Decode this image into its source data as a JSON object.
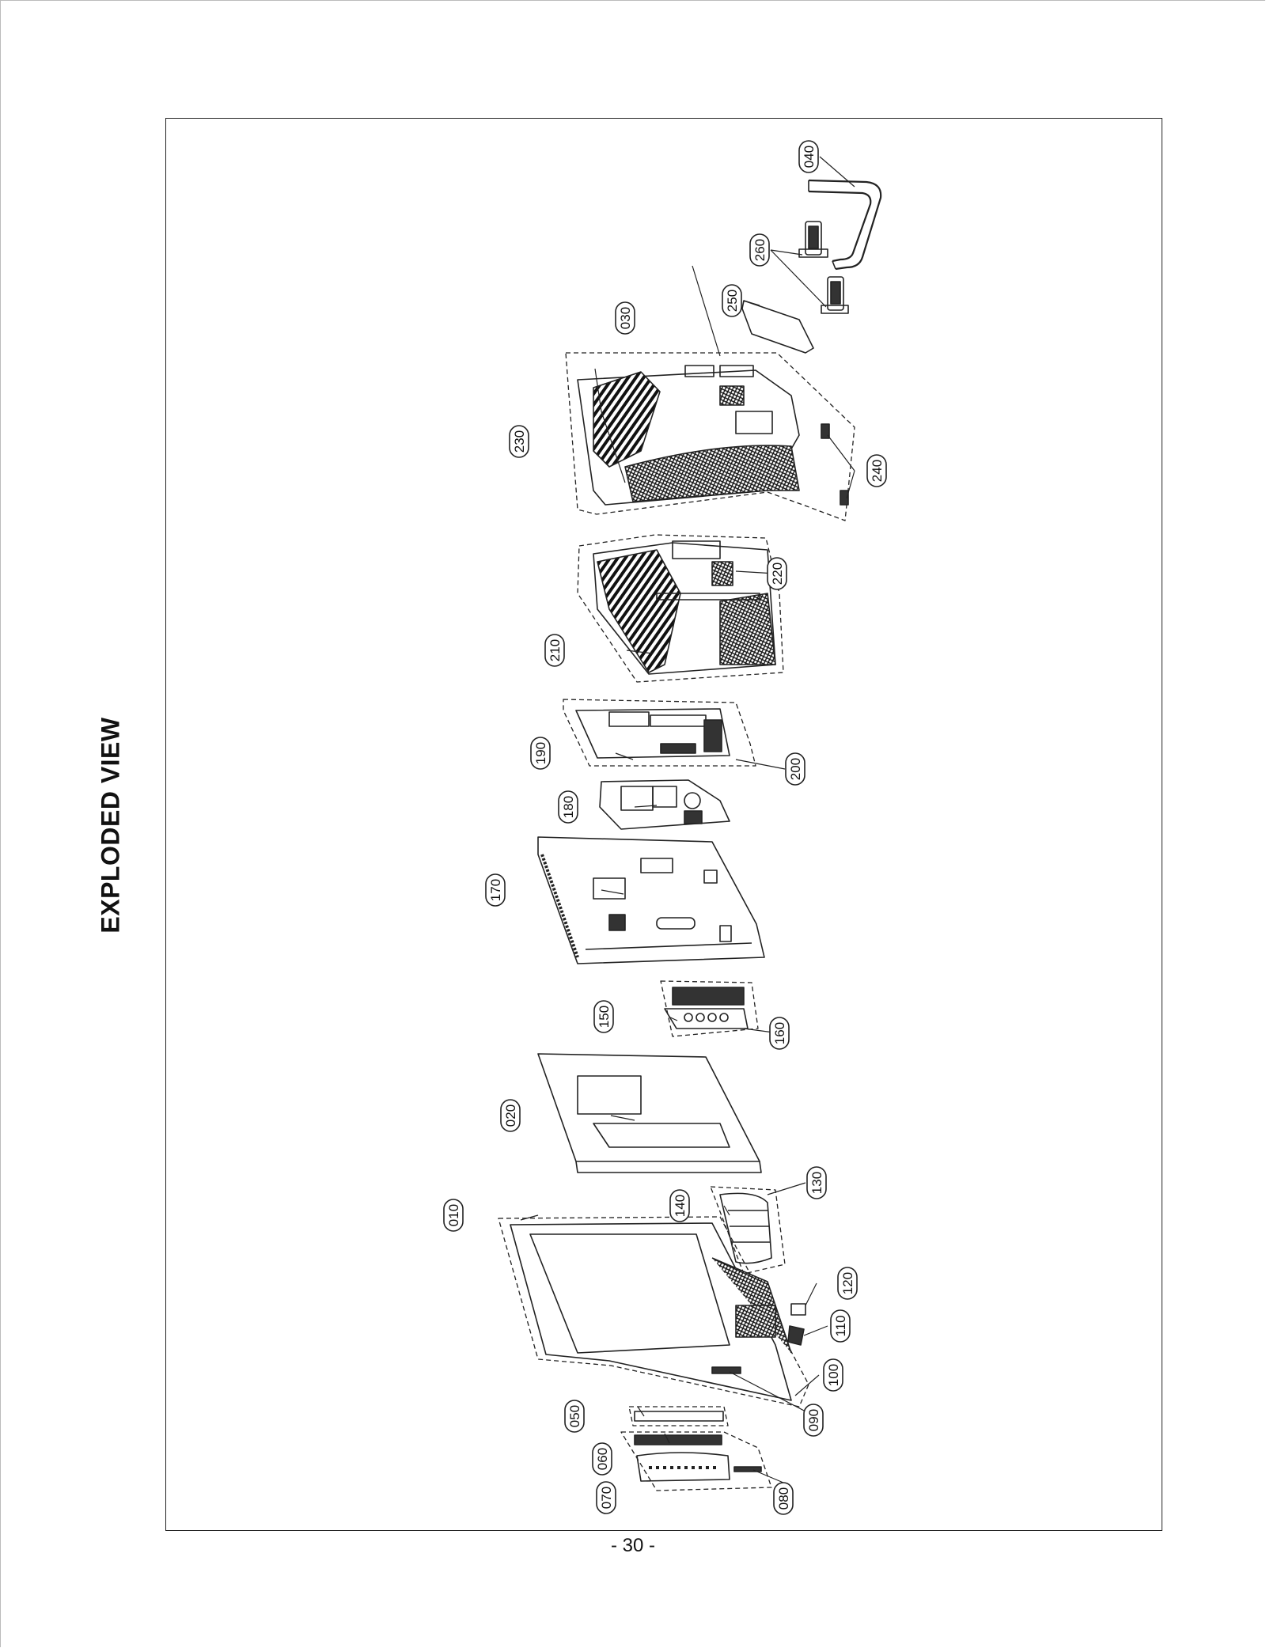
{
  "page": {
    "title": "EXPLODED VIEW",
    "page_number": "- 30 -"
  },
  "callouts": [
    {
      "id": "010",
      "label": "010"
    },
    {
      "id": "020",
      "label": "020"
    },
    {
      "id": "030",
      "label": "030"
    },
    {
      "id": "040",
      "label": "040"
    },
    {
      "id": "050",
      "label": "050"
    },
    {
      "id": "060",
      "label": "060"
    },
    {
      "id": "070",
      "label": "070"
    },
    {
      "id": "080",
      "label": "080"
    },
    {
      "id": "090",
      "label": "090"
    },
    {
      "id": "100",
      "label": "100"
    },
    {
      "id": "110",
      "label": "110"
    },
    {
      "id": "120",
      "label": "120"
    },
    {
      "id": "130",
      "label": "130"
    },
    {
      "id": "140",
      "label": "140"
    },
    {
      "id": "150",
      "label": "150"
    },
    {
      "id": "160",
      "label": "160"
    },
    {
      "id": "170",
      "label": "170"
    },
    {
      "id": "180",
      "label": "180"
    },
    {
      "id": "190",
      "label": "190"
    },
    {
      "id": "200",
      "label": "200"
    },
    {
      "id": "210",
      "label": "210"
    },
    {
      "id": "220",
      "label": "220"
    },
    {
      "id": "230",
      "label": "230"
    },
    {
      "id": "240",
      "label": "240"
    },
    {
      "id": "250",
      "label": "250"
    },
    {
      "id": "260",
      "label": "260"
    }
  ]
}
